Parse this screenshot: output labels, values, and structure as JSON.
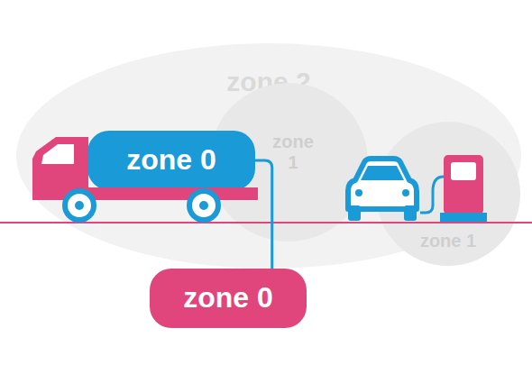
{
  "diagram": {
    "nodes": [
      {
        "text": [
          "zone 2"
        ]
      },
      {
        "text": [
          "zone 0"
        ],
        "in": 0
      },
      {
        "text": [
          "zone 1"
        ],
        "in": 0
      },
      {
        "text": [
          "zone 1"
        ],
        "in": 0
      },
      {
        "text": [
          "zone 0"
        ]
      }
    ],
    "edges": [
      {
        "from": 1,
        "to": 4,
        "arrow": "none"
      }
    ]
  }
}
